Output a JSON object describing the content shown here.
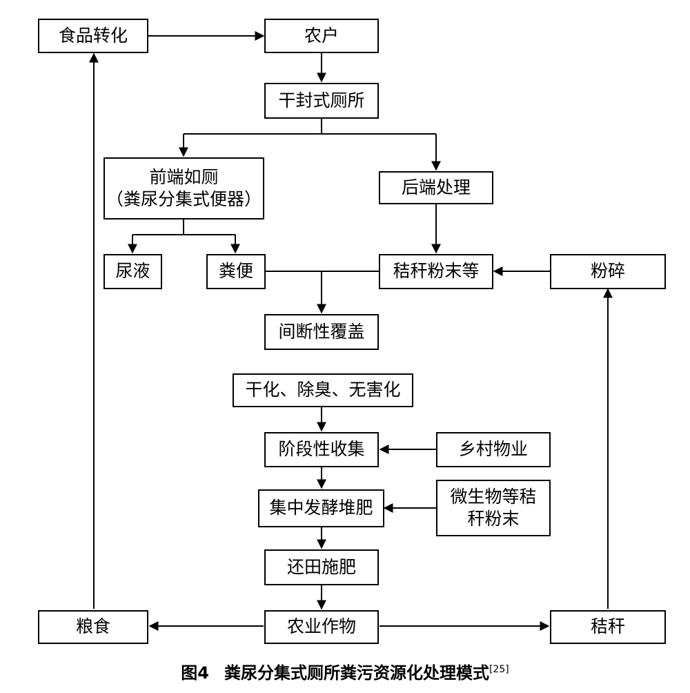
{
  "nodes": {
    "food_conversion": "食品转化",
    "farmer": "农户",
    "dry_toilet": "干封式厕所",
    "front_end_line1": "前端如厕",
    "front_end_line2": "（粪尿分集式便器）",
    "back_end": "后端处理",
    "urine": "尿液",
    "feces": "粪便",
    "straw_powder": "秸秆粉末等",
    "crushing": "粉碎",
    "intermittent_cover": "间断性覆盖",
    "drying": "干化、除臭、无害化",
    "phased_collection": "阶段性收集",
    "village_property": "乡村物业",
    "composting": "集中发酵堆肥",
    "microbes_line1": "微生物等秸",
    "microbes_line2": "秆粉末",
    "return_field": "还田施肥",
    "grain": "粮食",
    "crops": "农业作物",
    "straw": "秸秆"
  },
  "caption": {
    "label": "图4",
    "title": "粪尿分集式厕所粪污资源化处理模式",
    "ref": "[25]"
  }
}
